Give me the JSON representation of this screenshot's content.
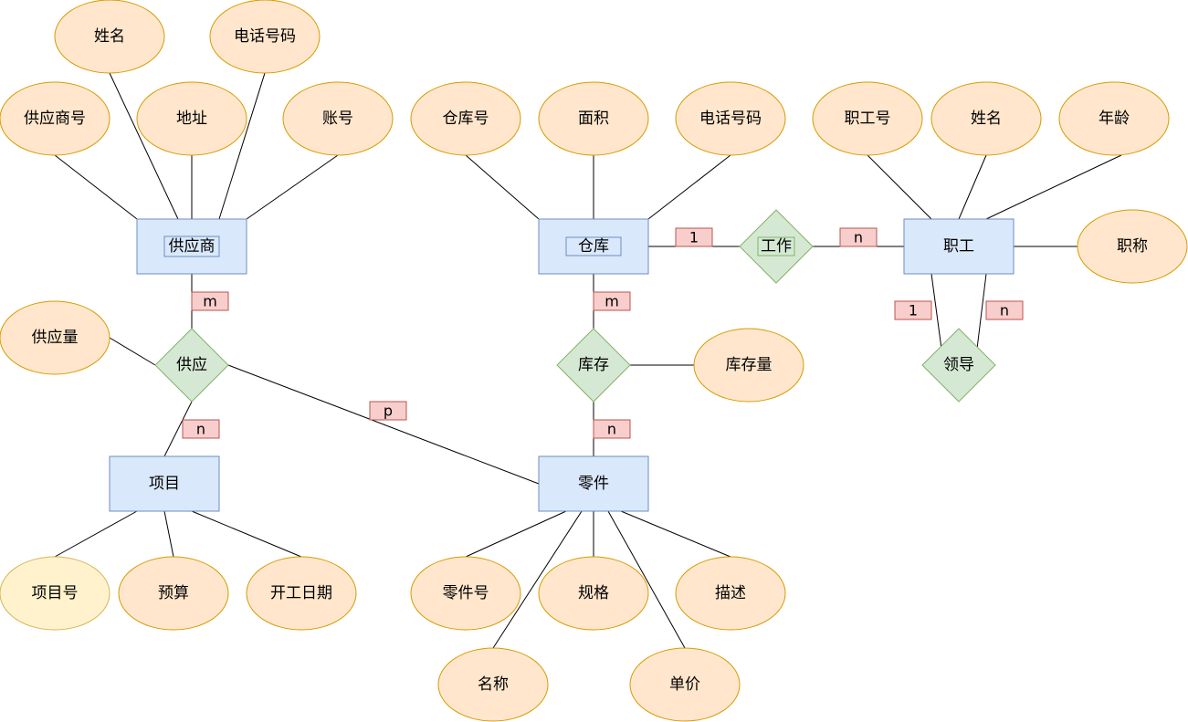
{
  "entities": {
    "supplier": "供应商",
    "warehouse": "仓库",
    "staff": "职工",
    "project": "项目",
    "part": "零件"
  },
  "relationships": {
    "supply": "供应",
    "stock": "库存",
    "work": "工作",
    "lead": "领导"
  },
  "attributes": {
    "supplier_name": "姓名",
    "supplier_phone": "电话号码",
    "supplier_no": "供应商号",
    "supplier_address": "地址",
    "supplier_account": "账号",
    "warehouse_no": "仓库号",
    "warehouse_area": "面积",
    "warehouse_phone": "电话号码",
    "staff_no": "职工号",
    "staff_name": "姓名",
    "staff_age": "年龄",
    "staff_title": "职称",
    "supply_qty": "供应量",
    "stock_qty": "库存量",
    "project_no": "项目号",
    "project_budget": "预算",
    "project_start": "开工日期",
    "part_no": "零件号",
    "part_spec": "规格",
    "part_desc": "描述",
    "part_name": "名称",
    "part_price": "单价"
  },
  "cardinalities": {
    "supplier_supply": "m",
    "supply_project": "n",
    "supply_part": "p",
    "warehouse_stock": "m",
    "stock_part": "n",
    "warehouse_work": "1",
    "work_staff": "n",
    "lead_1": "1",
    "lead_n": "n"
  },
  "colors": {
    "entity_fill": "#dae8fc",
    "entity_stroke": "#6c8ebf",
    "attribute_fill": "#ffe6cc",
    "attribute_stroke": "#d79b00",
    "key_attribute_fill": "#fff2cc",
    "relationship_fill": "#d5e8d4",
    "relationship_stroke": "#82b366",
    "cardinality_fill": "#f8cecc",
    "cardinality_stroke": "#b85450"
  }
}
